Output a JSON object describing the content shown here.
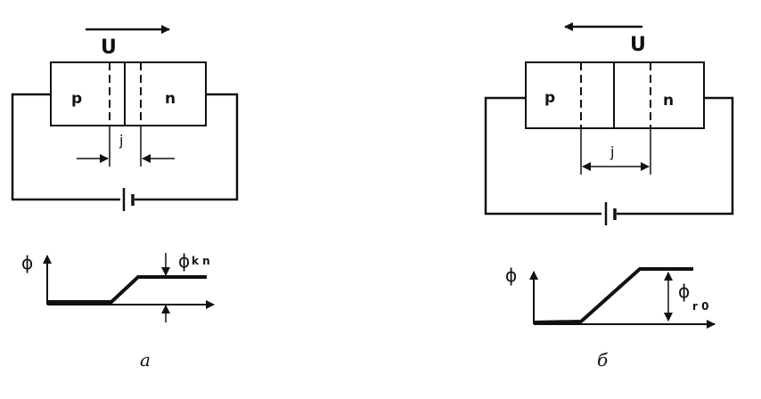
{
  "diagram_a": {
    "voltage_label": "U",
    "p_label": "p",
    "n_label": "n",
    "junction_label": "j",
    "phi_label": "ϕ",
    "phi_sub_label": "ϕ",
    "phi_sub_text": "k n",
    "caption": "а"
  },
  "diagram_b": {
    "voltage_label": "U",
    "p_label": "p",
    "n_label": "n",
    "junction_label": "j",
    "phi_label": "ϕ",
    "phi_sub_label": "ϕ",
    "phi_sub_text": "r 0",
    "caption": "б"
  }
}
